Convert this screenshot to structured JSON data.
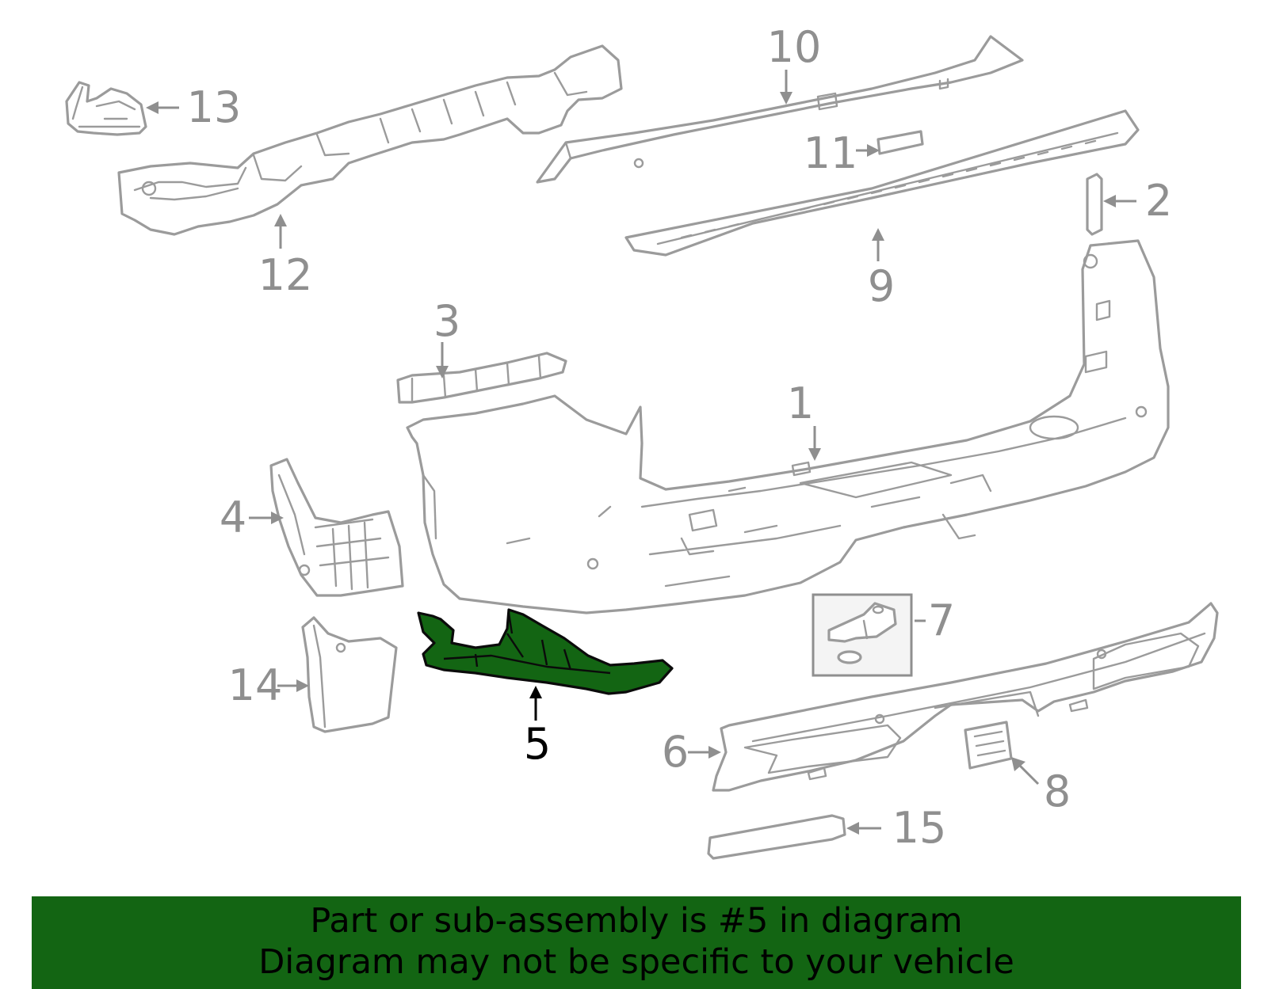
{
  "diagram": {
    "selected_part": "5",
    "callouts": [
      "1",
      "2",
      "3",
      "4",
      "5",
      "6",
      "7",
      "8",
      "9",
      "10",
      "11",
      "12",
      "13",
      "14",
      "15"
    ]
  },
  "banner": {
    "line1": "Part or sub-assembly is #5 in diagram",
    "line2": "Diagram may not be specific to your vehicle"
  },
  "colors": {
    "highlight": "#136513",
    "outline": "#9b9b9b",
    "selected_text": "#000000"
  }
}
